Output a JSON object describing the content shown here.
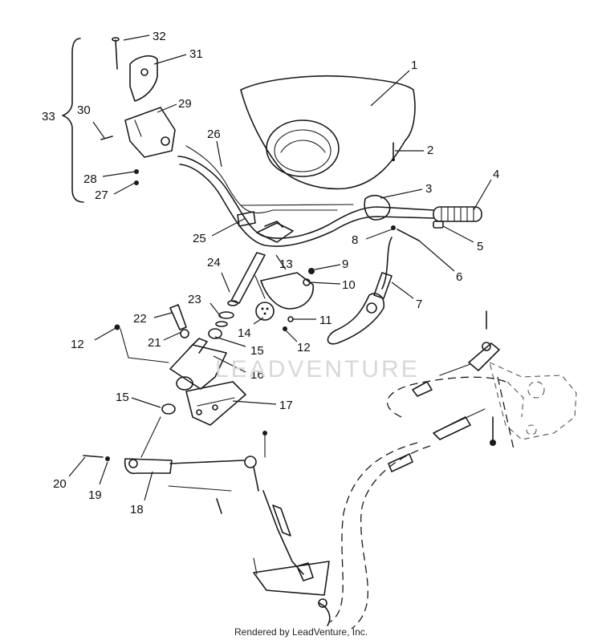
{
  "watermark": "LEADVENTURE",
  "credit": "Rendered by LeadVenture, Inc.",
  "callouts": [
    "1",
    "2",
    "3",
    "4",
    "5",
    "6",
    "7",
    "8",
    "9",
    "10",
    "11",
    "12",
    "12",
    "13",
    "14",
    "15",
    "15",
    "16",
    "17",
    "18",
    "19",
    "20",
    "21",
    "22",
    "23",
    "24",
    "25",
    "26",
    "27",
    "28",
    "29",
    "30",
    "31",
    "32",
    "33"
  ]
}
